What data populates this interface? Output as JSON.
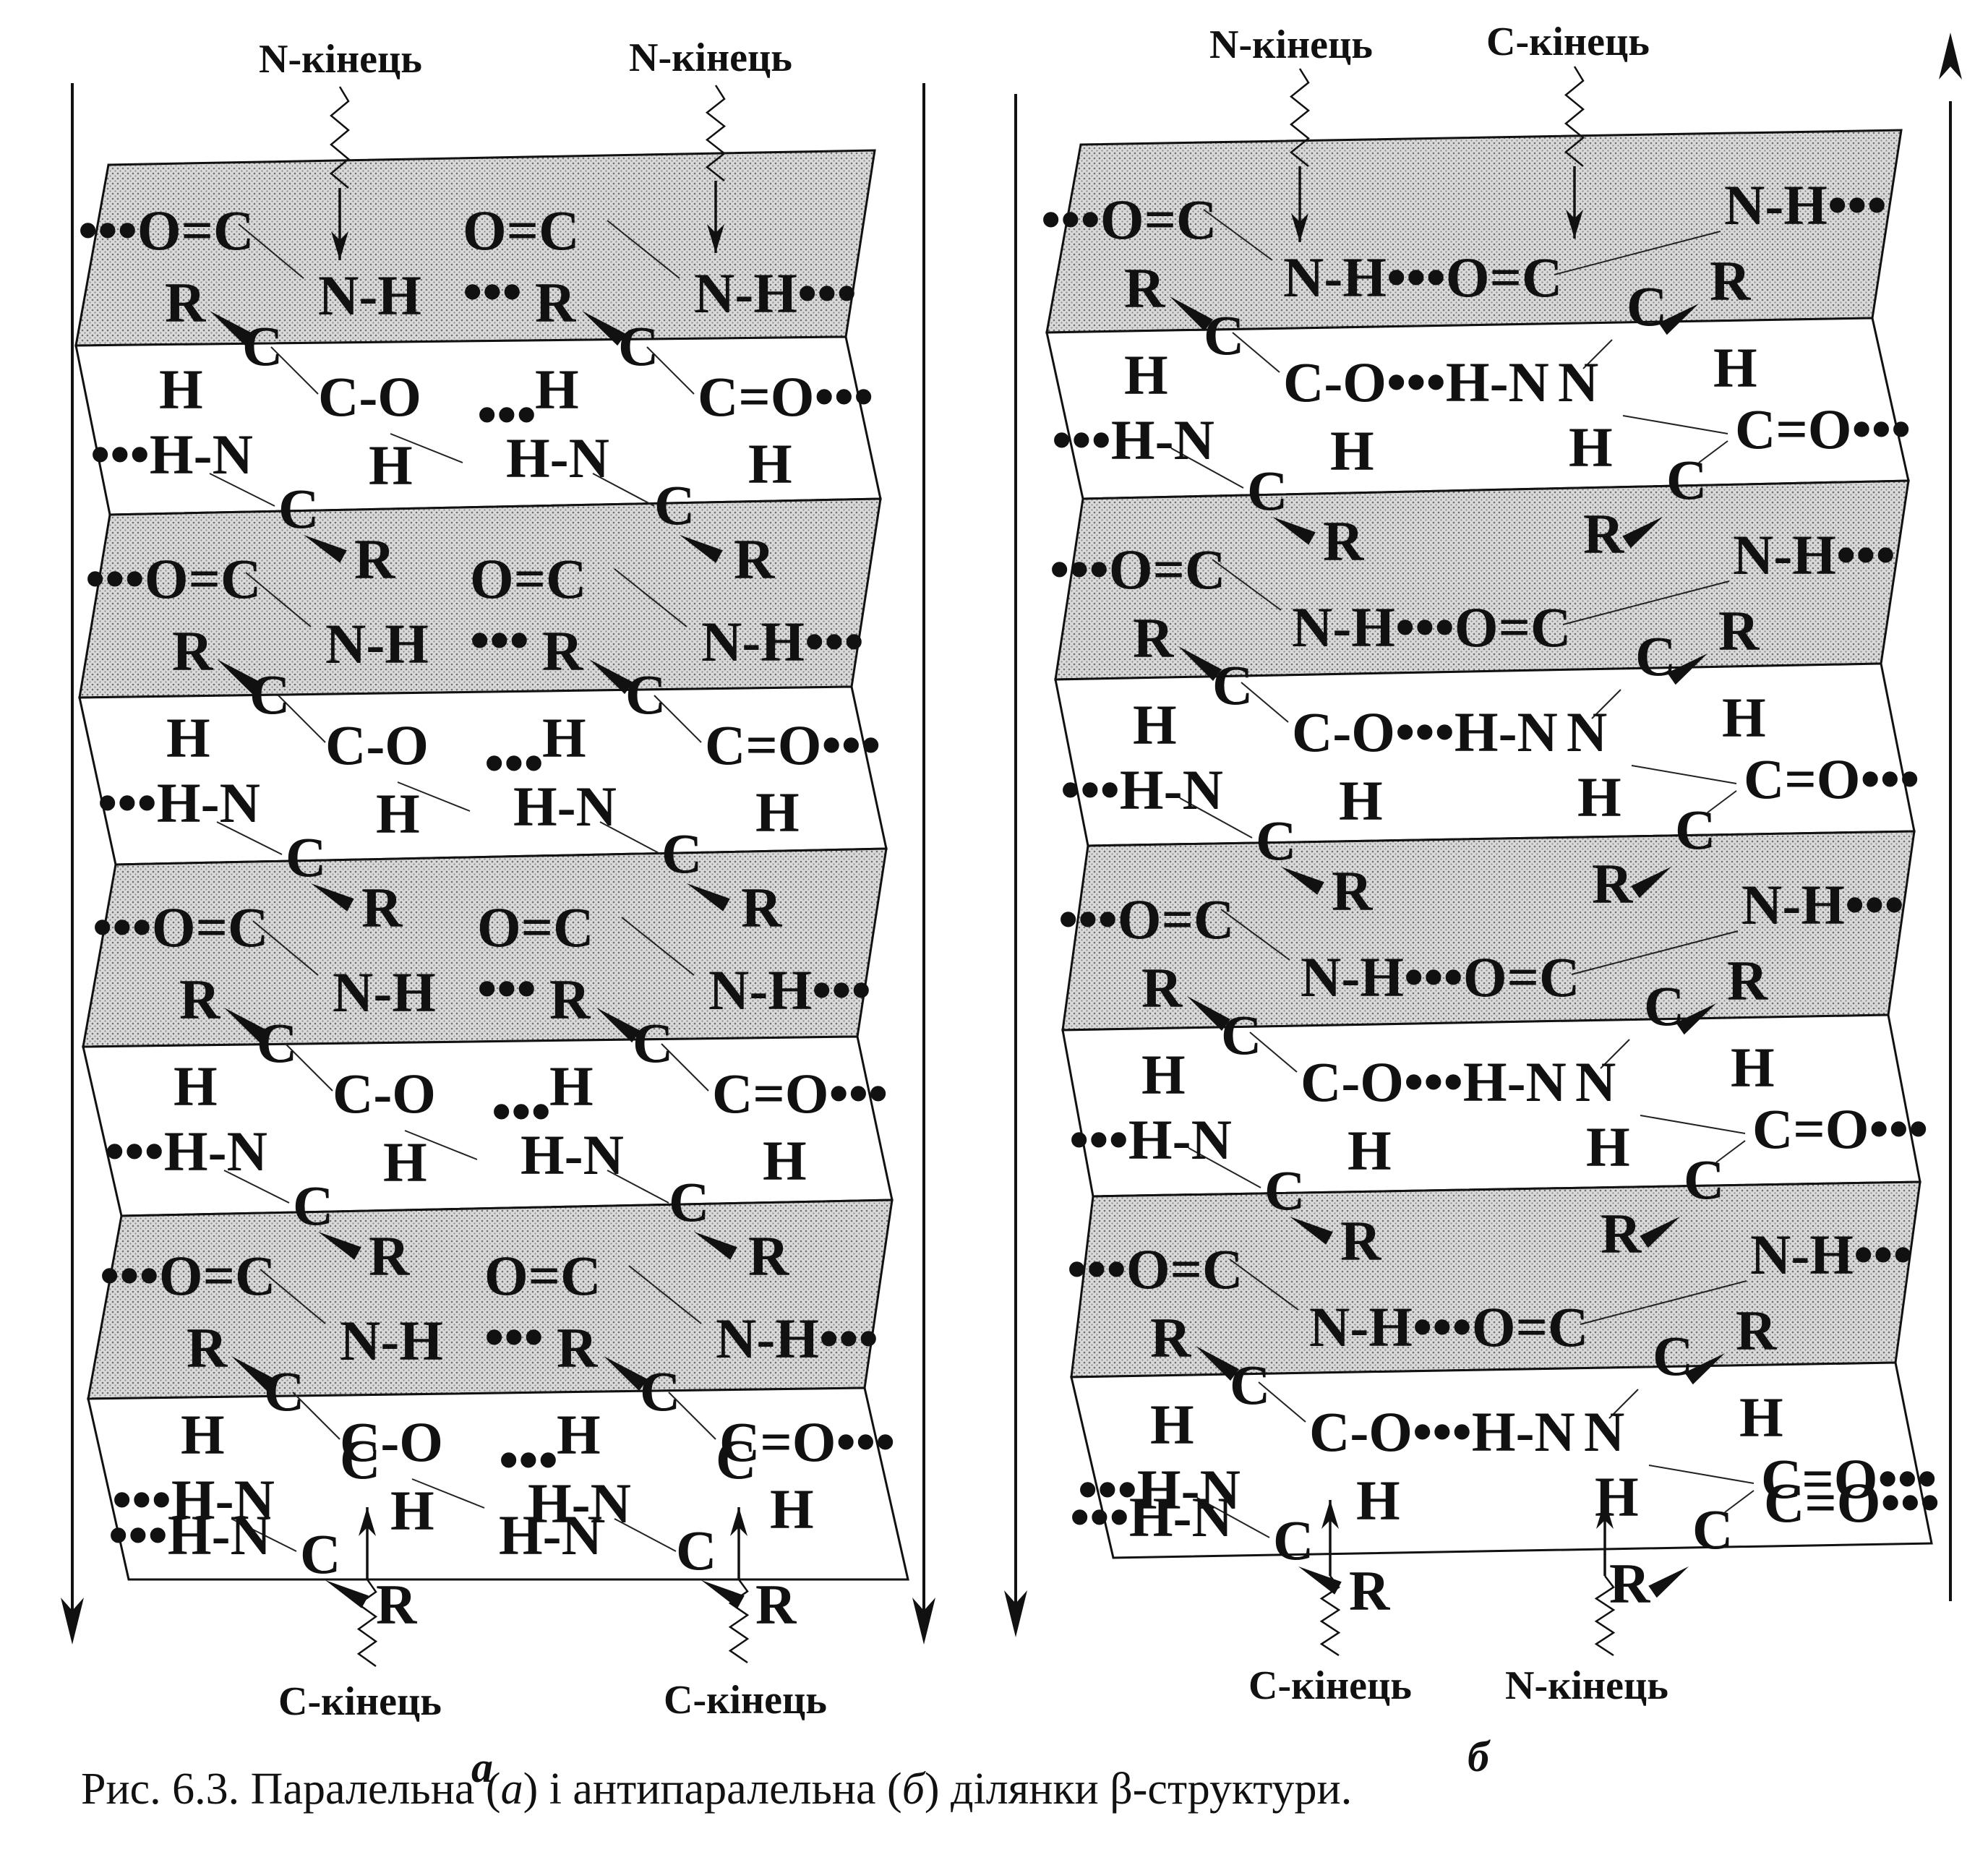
{
  "figure": {
    "caption_prefix": "Рис. 6.3. Паралельна (",
    "caption_a": "а",
    "caption_mid": ") і антипаралельна (",
    "caption_b": "б",
    "caption_suffix": ") ділянки β-структури."
  },
  "panels": {
    "a": {
      "label": "а",
      "top_terminals": [
        "N-кінець",
        "N-кінець"
      ],
      "bottom_terminals": [
        "С-кінець",
        "С-кінець"
      ]
    },
    "b": {
      "label": "б",
      "top_terminals": [
        "N-кінець",
        "С-кінець"
      ],
      "bottom_terminals": [
        "С-кінець",
        "N-кінець"
      ]
    }
  },
  "atoms": {
    "oc": "O=C",
    "nh": "N-H",
    "hn": "H-N",
    "co": "C-O",
    "co_double": "C=O",
    "c": "C",
    "r": "R",
    "h": "H",
    "n": "N",
    "hb": "•••",
    "oc_dots": "•••O=C",
    "nh_dots": "N-H•••",
    "hn_dots": "•••H-N",
    "co_dots": "C=O•••",
    "nh_hb_oc": "N-H•••O=C",
    "co_hb_hn": "C-O•••H-N"
  }
}
